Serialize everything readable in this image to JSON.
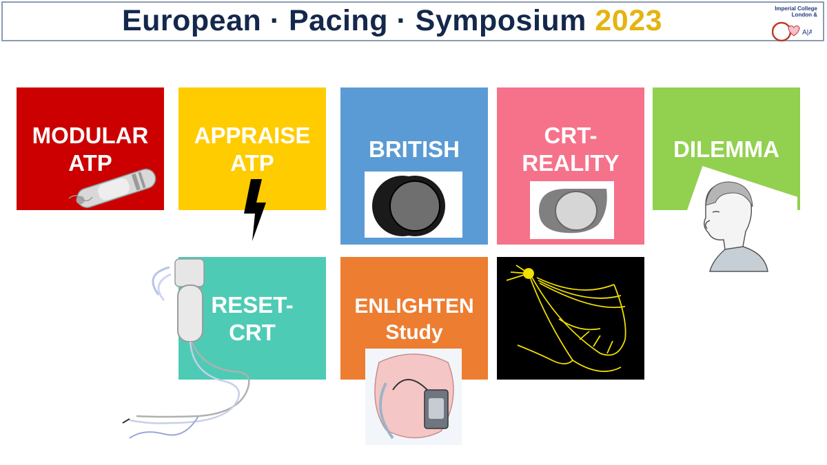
{
  "header": {
    "title_main": "European · Pacing · Symposium",
    "title_year": "2023",
    "logo_line1": "Imperial College",
    "logo_line2": "London &",
    "logo_badge": "A|A"
  },
  "tiles": [
    {
      "line1": "MODULAR",
      "line2": "ATP",
      "color": "#cc0000"
    },
    {
      "line1": "APPRAISE",
      "line2": "ATP",
      "color": "#ffcc00"
    },
    {
      "line1": "BRITISH",
      "line2": "",
      "color": "#5b9bd5"
    },
    {
      "line1": "CRT-",
      "line2": "REALITY",
      "color": "#f5728a"
    },
    {
      "line1": "DILEMMA",
      "line2": "",
      "color": "#92d050"
    },
    {
      "line1": "RESET-",
      "line2": "CRT",
      "color": "#4ecbb5"
    },
    {
      "line1": "ENLIGHTEN",
      "line2": "Study",
      "color": "#ed7d31"
    }
  ],
  "icons": {
    "leadless_pacemaker": "leadless-pacemaker-icon",
    "lightning": "lightning-bolt-icon",
    "round_device": "round-device-icon",
    "oval_device": "oval-device-icon",
    "elderly_person": "elderly-person-icon",
    "crt_device": "crt-device-icon",
    "heart_device": "heart-device-icon",
    "nerve_network": "nerve-network-icon"
  }
}
